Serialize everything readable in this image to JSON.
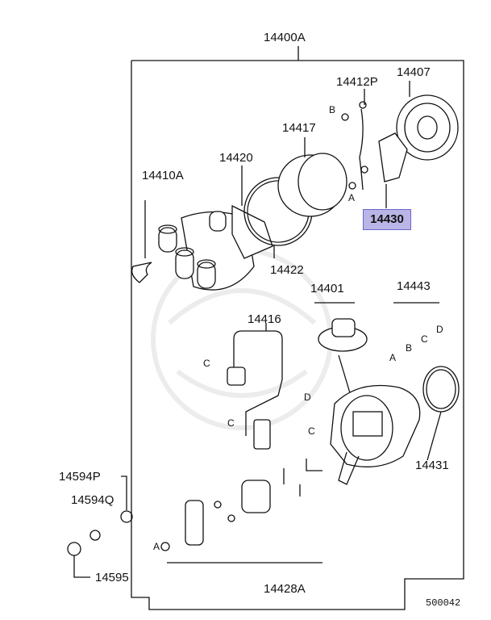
{
  "parts": {
    "p14400A": "14400A",
    "p14412P": "14412P",
    "p14407": "14407",
    "p14417": "14417",
    "p14420": "14420",
    "p14410A": "14410A",
    "p14430": "14430",
    "p14422": "14422",
    "p14401": "14401",
    "p14443": "14443",
    "p14416": "14416",
    "p14431": "14431",
    "p14594P": "14594P",
    "p14594Q": "14594Q",
    "p14595": "14595",
    "p14428A": "14428A"
  },
  "letters": {
    "a": "A",
    "b": "B",
    "c": "C",
    "d": "D"
  },
  "highlight_color": "#b9b5e6",
  "diagram_number": "500042"
}
